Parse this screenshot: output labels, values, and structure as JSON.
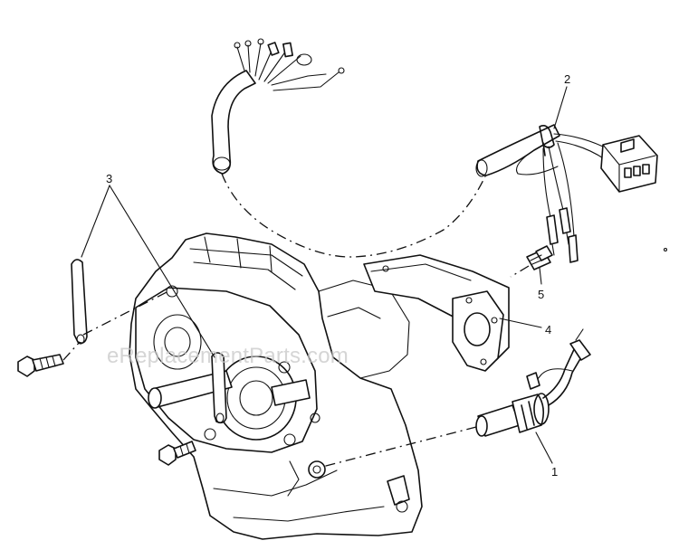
{
  "callouts": {
    "c1": "1",
    "c2": "2",
    "c3": "3",
    "c4": "4",
    "c5": "5"
  },
  "watermark": "eReplacementParts.com",
  "colors": {
    "line": "#111111",
    "background": "#ffffff",
    "watermark": "#c8c8c8"
  }
}
